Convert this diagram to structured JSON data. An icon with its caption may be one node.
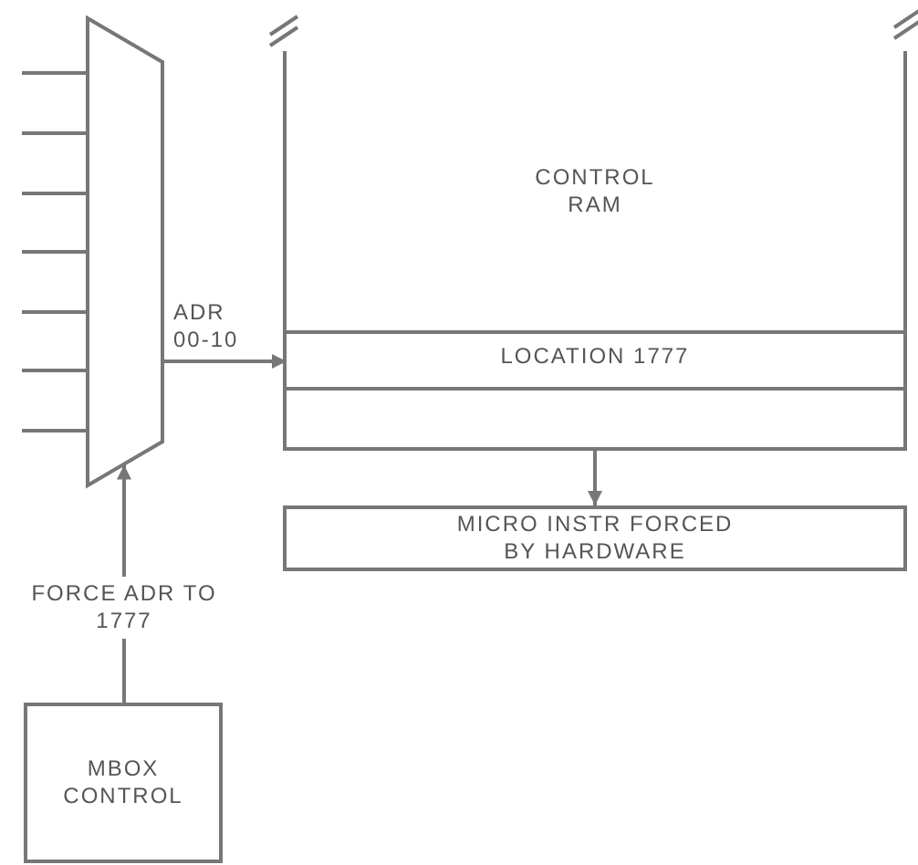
{
  "diagram": {
    "nodes": [
      {
        "text": [],
        "shape": "trapezoid"
      },
      {
        "text": [
          "CONTROL RAM"
        ]
      },
      {
        "text": [
          "LOCATION 1777"
        ],
        "in": 1
      },
      {
        "text": [
          "MICRO INSTR FORCED BY HARDWARE"
        ]
      },
      {
        "text": [
          "MBOX CONTROL"
        ]
      }
    ],
    "edges": [
      {
        "from": null,
        "to": 0,
        "arrow": "none"
      },
      {
        "from": null,
        "to": 0,
        "arrow": "none"
      },
      {
        "from": null,
        "to": 0,
        "arrow": "none"
      },
      {
        "from": null,
        "to": 0,
        "arrow": "none"
      },
      {
        "from": null,
        "to": 0,
        "arrow": "none"
      },
      {
        "from": null,
        "to": 0,
        "arrow": "none"
      },
      {
        "from": null,
        "to": 0,
        "arrow": "none"
      },
      {
        "from": 0,
        "to": 2,
        "arrow": "to",
        "label": "ADR 00-10"
      },
      {
        "from": 1,
        "to": 3,
        "arrow": "to"
      },
      {
        "from": 4,
        "to": 0,
        "arrow": "to",
        "label": "FORCE ADR TO 1777"
      }
    ]
  }
}
